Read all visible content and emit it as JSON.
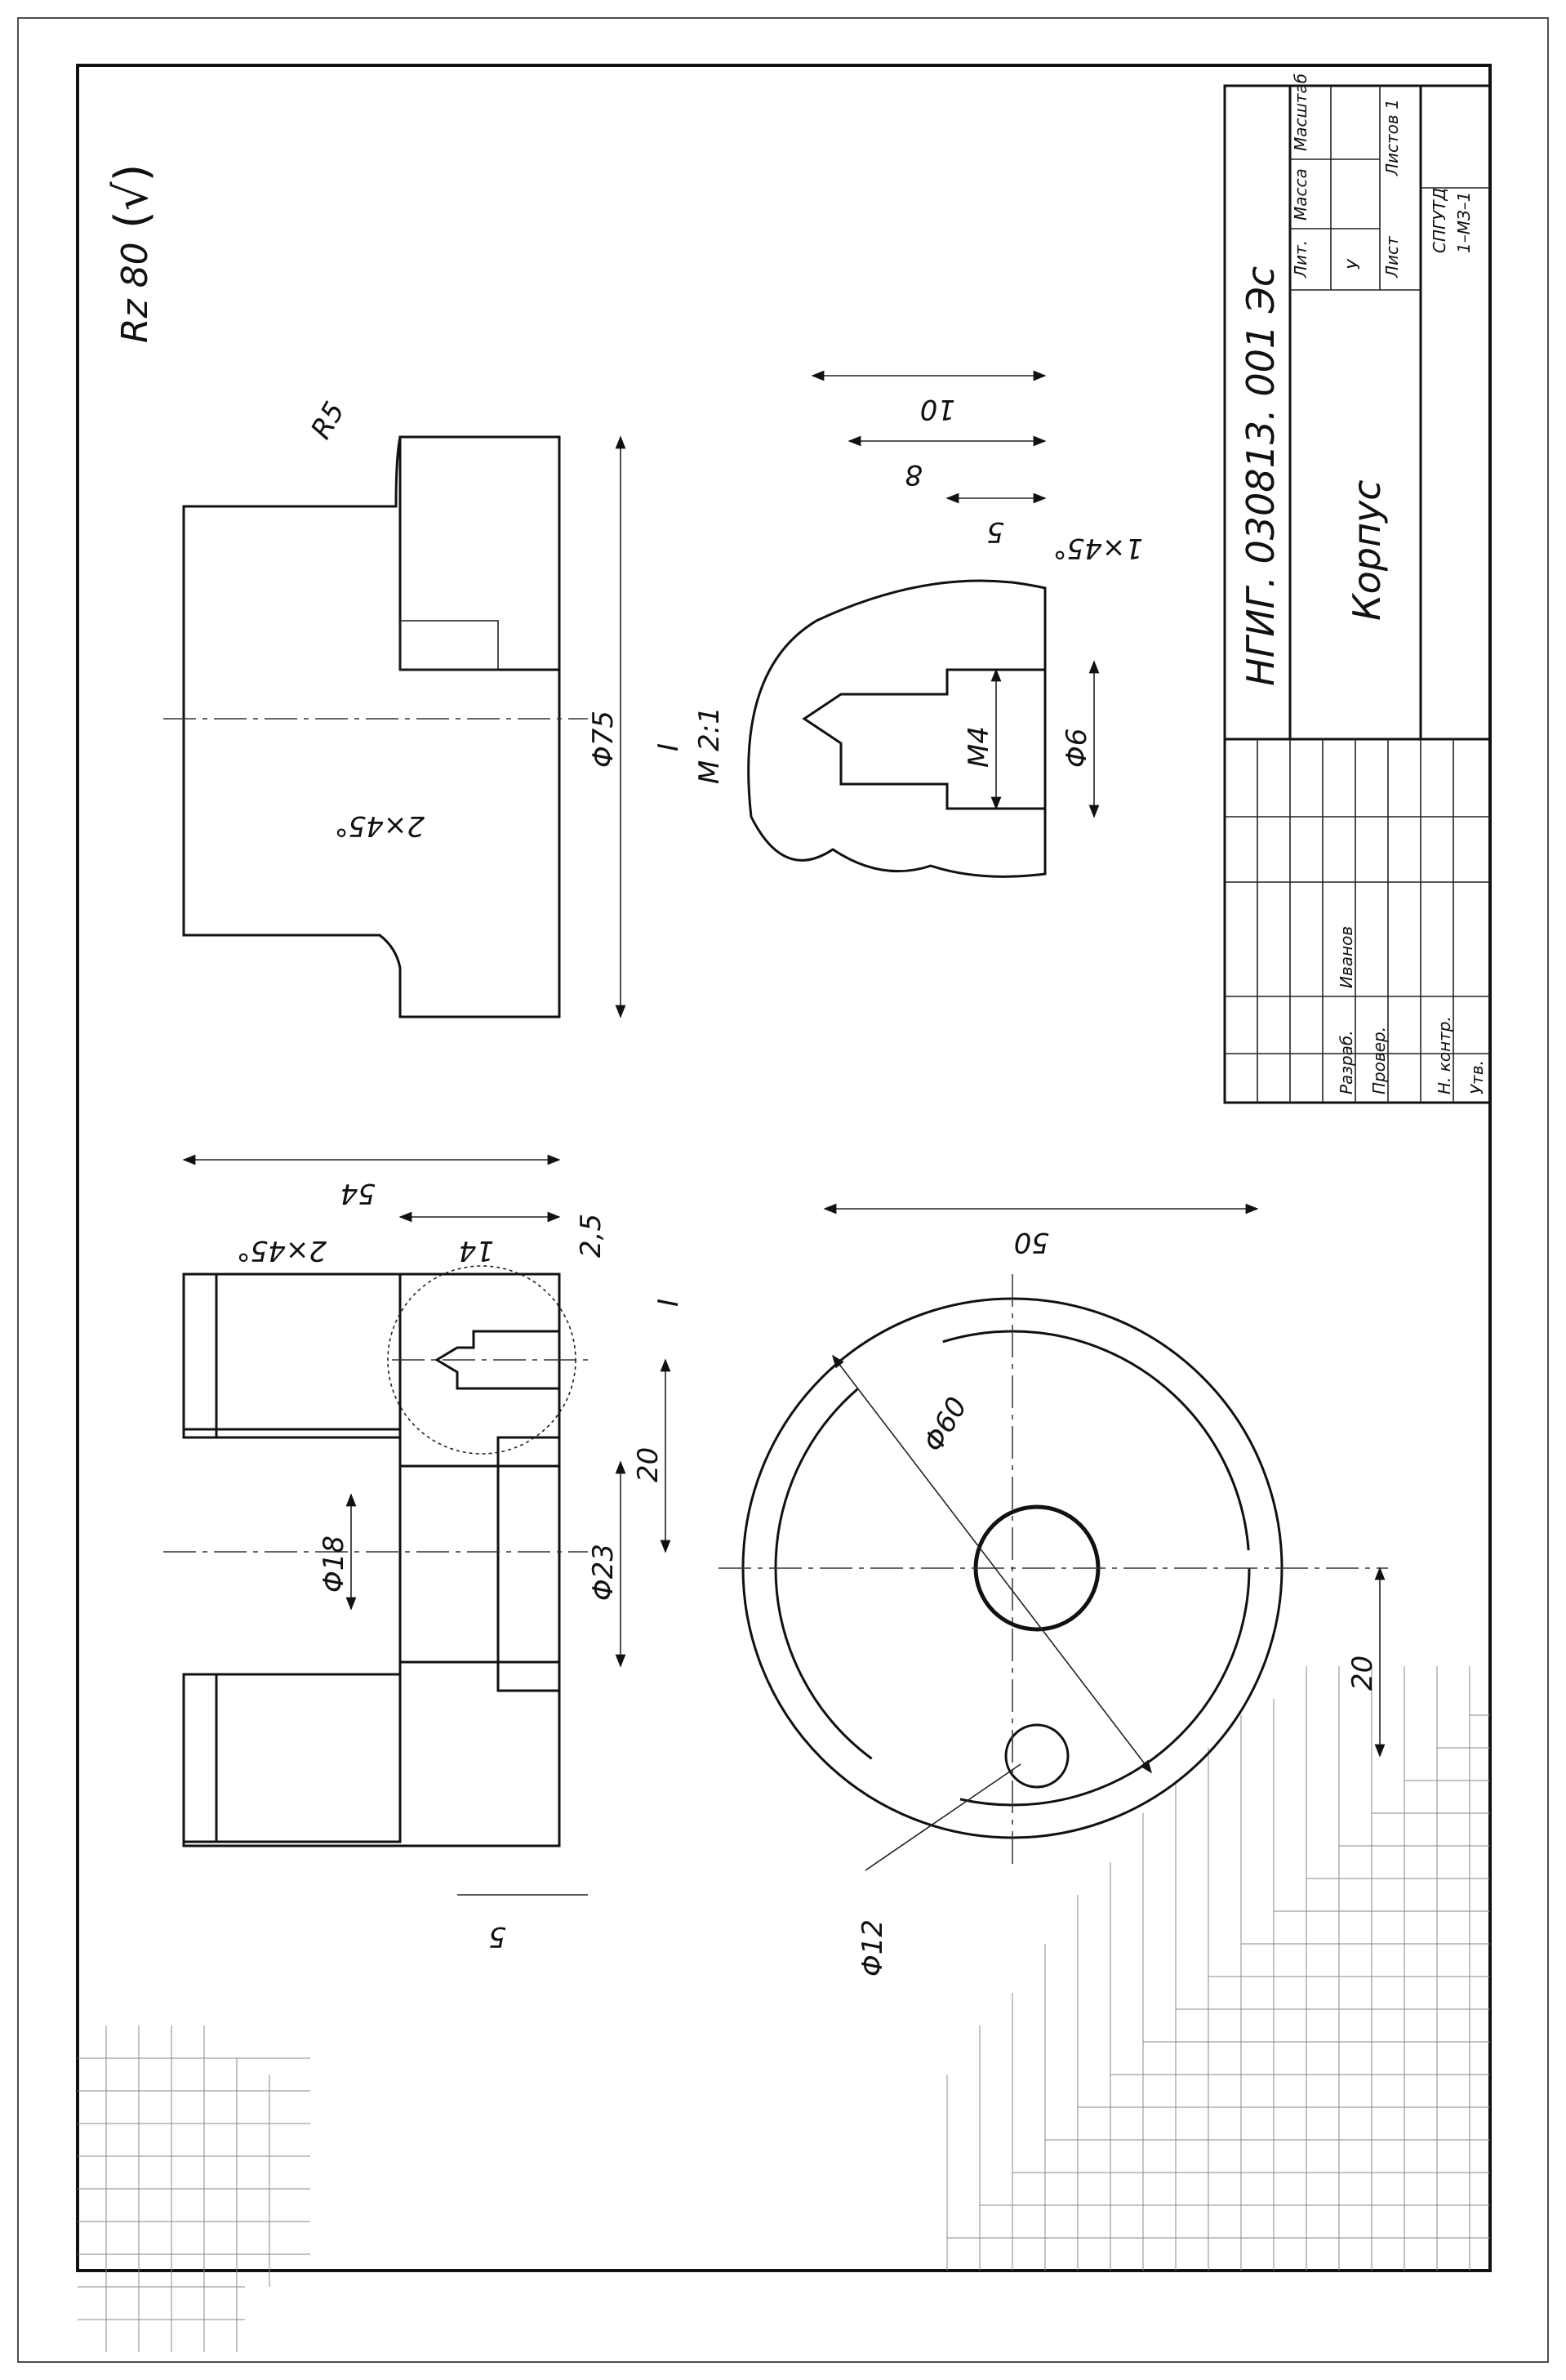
{
  "roughness": {
    "main": "Rz 80",
    "check": "(√)"
  },
  "title_block": {
    "designation": "НГИГ. 030813. 001 Эс",
    "name": "Корпус",
    "col_lit": "Лит.",
    "col_mass": "Масса",
    "col_scale": "Масштаб",
    "lit_value": "У",
    "col_sheet": "Лист",
    "col_sheets": "Листов 1",
    "org_line1": "СПГУТД",
    "org_line2": "1–МЗ–1",
    "role_developer": "Разраб.",
    "role_checker": "Провер.",
    "role_norm": "Н. контр.",
    "role_approve": "Утв.",
    "developer_name": "Иванов"
  },
  "section_view": {
    "dim_54": "54",
    "dim_14": "14",
    "chamfer": "2×45°",
    "rough_local": "2,5",
    "detail_ref": "I",
    "dim_d18": "Φ18",
    "dim_d23": "Φ23",
    "dim_20": "20",
    "dim_5": "5"
  },
  "side_view": {
    "dim_d75": "Φ75",
    "radius": "R5",
    "chamfer": "2×45°"
  },
  "detail_view": {
    "label": "I",
    "scale": "M 2:1",
    "dim_10": "10",
    "dim_8": "8",
    "dim_5": "5",
    "chamfer": "1×45°",
    "thread": "M4",
    "dim_d6": "Φ6"
  },
  "plan_view": {
    "dim_50": "50",
    "dim_d60": "Φ60",
    "dim_d12": "Φ12",
    "dim_20": "20"
  }
}
